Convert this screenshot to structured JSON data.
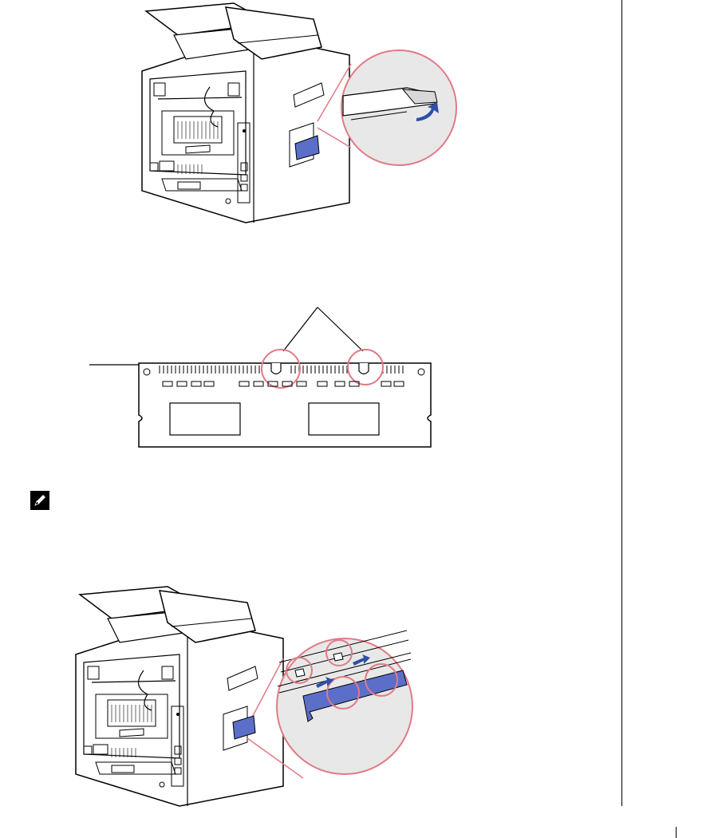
{
  "colors": {
    "accent_circle": "#e07b86",
    "memory_blue": "#5b6fc8",
    "arrow_blue": "#2f4fa8",
    "zoom_fill": "#e8e8e8",
    "line": "#000000"
  },
  "figures": [
    {
      "id": "fig-open-latch",
      "icons": [
        "printer-illustration",
        "latch-zoom-icon",
        "lift-arrow-icon"
      ]
    },
    {
      "id": "fig-memory-module",
      "icons": [
        "memory-module-icon",
        "notch-circle-icon"
      ]
    },
    {
      "id": "fig-insert-memory",
      "icons": [
        "printer-illustration",
        "memory-insert-zoom-icon",
        "push-arrow-icon"
      ]
    }
  ],
  "note_icon": "pencil-note-icon"
}
